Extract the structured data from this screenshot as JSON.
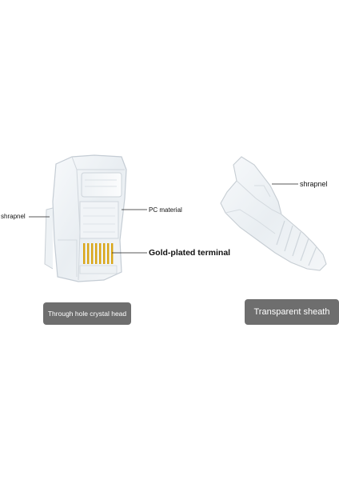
{
  "labels": {
    "shrapnel_left": "shrapnel",
    "pc_material": "PC material",
    "gold_terminal": "Gold-plated terminal",
    "shrapnel_right": "shrapnel"
  },
  "captions": {
    "left": "Through hole crystal head",
    "right": "Transparent sheath"
  },
  "colors": {
    "background": "#ffffff",
    "caption_bg": "#6e6e6e",
    "caption_text": "#ffffff",
    "gold": "#d9a514",
    "plastic_edge": "#c4ccd4"
  },
  "icons": {
    "connector": "rj45-connector-illustration",
    "boot": "strain-relief-boot-illustration"
  }
}
